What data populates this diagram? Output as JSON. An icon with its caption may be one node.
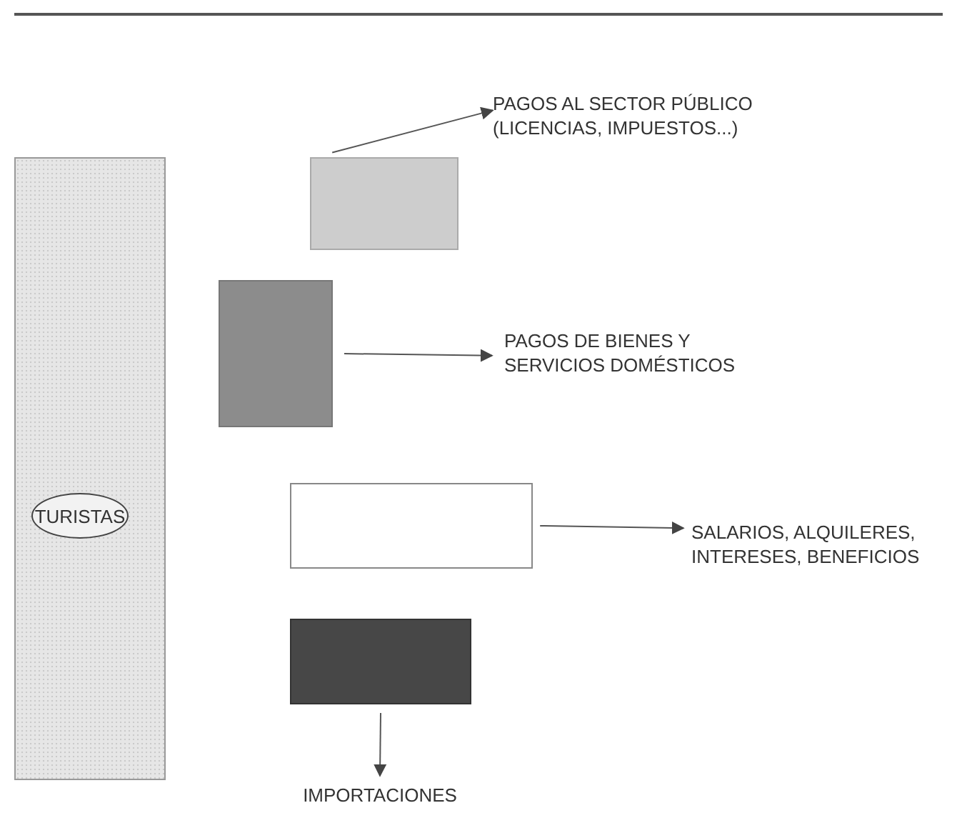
{
  "diagram": {
    "nodes": [
      {
        "text": [],
        "shape": "bar"
      },
      {
        "text": [
          "TURISTAS"
        ],
        "in": 0
      },
      {
        "text": [],
        "shape": "box"
      },
      {
        "text": [],
        "shape": "box"
      },
      {
        "text": [],
        "shape": "box"
      },
      {
        "text": [],
        "shape": "box"
      },
      {
        "text": [
          "PAGOS AL SECTOR PÚBLICO (LICENCIAS, IMPUESTOS...)"
        ]
      },
      {
        "text": [
          "PAGOS DE BIENES Y SERVICIOS DOMÉSTICOS"
        ]
      },
      {
        "text": [
          "SALARIOS, ALQUILERES, INTERESES, BENEFICIOS"
        ]
      },
      {
        "text": [
          "IMPORTACIONES"
        ]
      }
    ],
    "edges": [
      {
        "from": 2,
        "to": 6,
        "arrow": "to"
      },
      {
        "from": 3,
        "to": 7,
        "arrow": "to"
      },
      {
        "from": 4,
        "to": 8,
        "arrow": "to"
      },
      {
        "from": 5,
        "to": 9,
        "arrow": "to"
      }
    ]
  }
}
